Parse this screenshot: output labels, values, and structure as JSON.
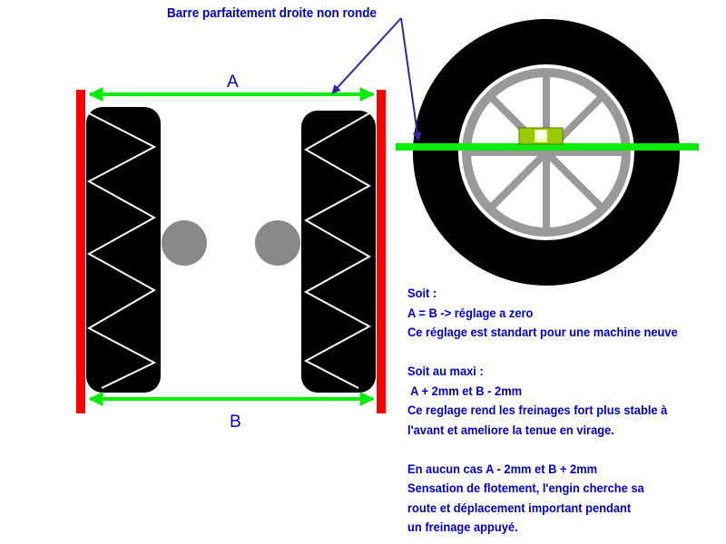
{
  "callout": {
    "text": "Barre parfaitement droite non ronde"
  },
  "dimensions": {
    "a_label": "A",
    "b_label": "B"
  },
  "notes": {
    "lines": [
      "Soit :",
      "A = B -> réglage a zero",
      "Ce réglage est standart pour une machine neuve",
      "",
      "Soit au maxi :",
      " A + 2mm et B - 2mm",
      "Ce reglage rend les freinages fort plus stable à",
      "l'avant et ameliore la tenue en virage.",
      "",
      "En aucun cas A - 2mm et B + 2mm",
      "Sensation de flotement, l'engin cherche sa",
      "route et déplacement important pendant",
      "un freinage appuyé."
    ]
  },
  "colors": {
    "bar": "#ff0000",
    "measure": "#00ee00",
    "arrow": "#2b2b9b",
    "tire": "#000000",
    "hub": "#888888",
    "text": "#0000cc",
    "level": "#99cc00"
  }
}
